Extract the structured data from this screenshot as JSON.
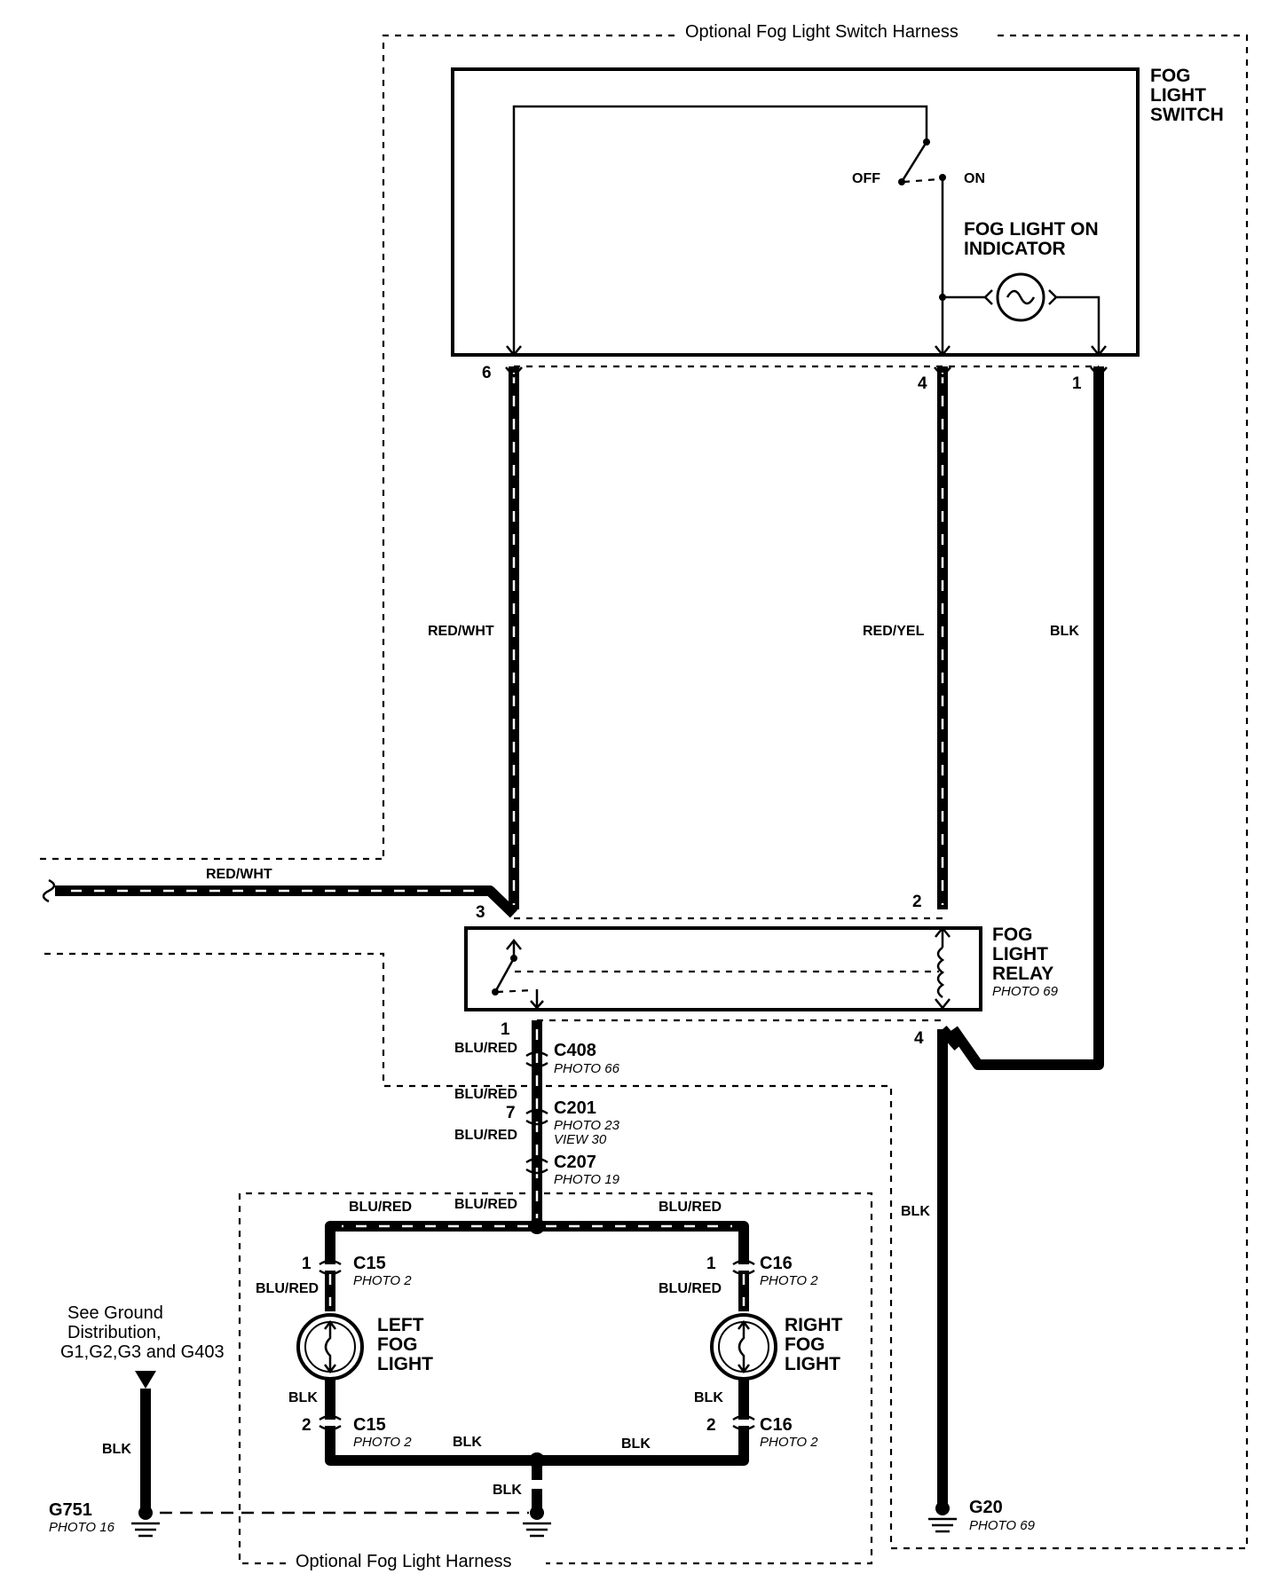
{
  "harnesses": {
    "switch_harness": "Optional Fog Light Switch Harness",
    "fog_light_harness": "Optional Fog Light Harness"
  },
  "fog_light_switch": {
    "title_lines": [
      "FOG",
      "LIGHT",
      "SWITCH"
    ],
    "off_label": "OFF",
    "on_label": "ON",
    "indicator_lines": [
      "FOG LIGHT ON",
      "INDICATOR"
    ],
    "pins": {
      "left": "6",
      "middle": "4",
      "right": "1"
    }
  },
  "wires": {
    "switch_left": "RED/WHT",
    "switch_middle": "RED/YEL",
    "switch_right": "BLK",
    "feed_in": "RED/WHT",
    "relay_out_1": "BLU/RED",
    "relay_out_2": "BLU/RED",
    "relay_out_3": "BLU/RED",
    "splice_top": "BLU/RED",
    "branch_left": "BLU/RED",
    "branch_right": "BLU/RED",
    "left_upper": "BLU/RED",
    "right_upper": "BLU/RED",
    "left_lower": "BLK",
    "right_lower": "BLK",
    "bottom_left": "BLK",
    "bottom_right": "BLK",
    "bottom_center": "BLK",
    "ground_g751": "BLK",
    "ground_g20": "BLK"
  },
  "fog_light_relay": {
    "title_lines": [
      "FOG",
      "LIGHT",
      "RELAY"
    ],
    "photo": "PHOTO 69",
    "pins": {
      "top_left": "3",
      "top_right": "2",
      "bottom_left": "1",
      "bottom_right": "4"
    }
  },
  "connectors": {
    "c408": {
      "name": "C408",
      "photo": "PHOTO 66"
    },
    "c201": {
      "name": "C201",
      "photo": "PHOTO 23",
      "view": "VIEW 30",
      "pin": "7"
    },
    "c207": {
      "name": "C207",
      "photo": "PHOTO 19"
    },
    "c15_top": {
      "name": "C15",
      "photo": "PHOTO 2",
      "pin": "1"
    },
    "c15_bottom": {
      "name": "C15",
      "photo": "PHOTO 2",
      "pin": "2"
    },
    "c16_top": {
      "name": "C16",
      "photo": "PHOTO 2",
      "pin": "1"
    },
    "c16_bottom": {
      "name": "C16",
      "photo": "PHOTO 2",
      "pin": "2"
    }
  },
  "left_fog_light": {
    "lines": [
      "LEFT",
      "FOG",
      "LIGHT"
    ]
  },
  "right_fog_light": {
    "lines": [
      "RIGHT",
      "FOG",
      "LIGHT"
    ]
  },
  "ground_note": {
    "lines": [
      "See Ground",
      "Distribution,",
      "G1,G2,G3 and G403"
    ]
  },
  "grounds": {
    "g751": {
      "name": "G751",
      "photo": "PHOTO 16"
    },
    "g20": {
      "name": "G20",
      "photo": "PHOTO 69"
    }
  }
}
